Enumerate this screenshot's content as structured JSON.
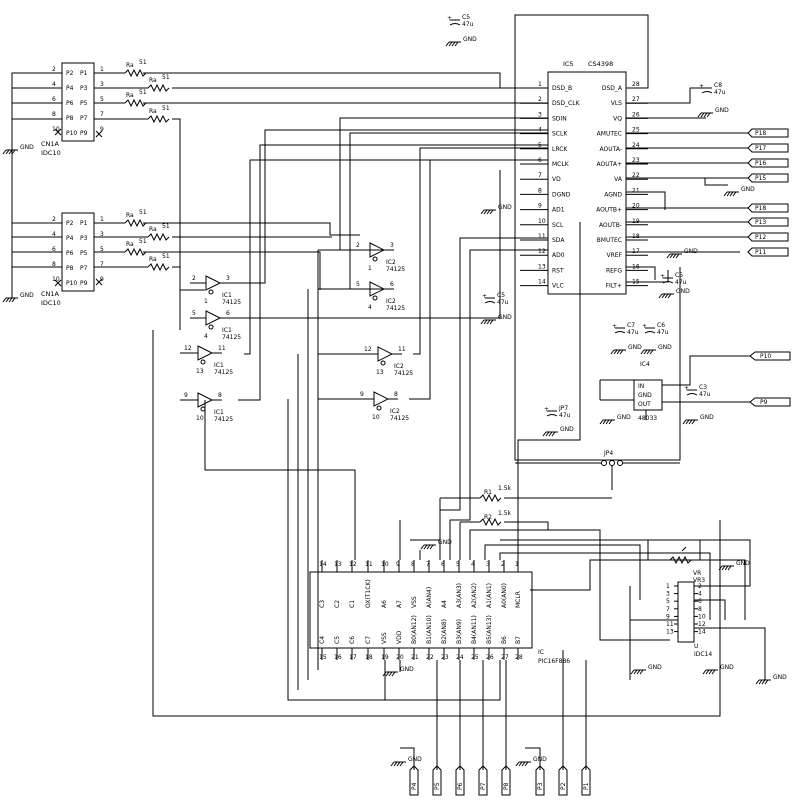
{
  "ic5": {
    "ref": "IC5",
    "part": "CS4398",
    "left_pins": [
      {
        "num": "1",
        "name": "DSD_B"
      },
      {
        "num": "2",
        "name": "DSD_CLK"
      },
      {
        "num": "3",
        "name": "SDIN"
      },
      {
        "num": "4",
        "name": "SCLK"
      },
      {
        "num": "5",
        "name": "LRCK"
      },
      {
        "num": "6",
        "name": "MCLK"
      },
      {
        "num": "7",
        "name": "VD"
      },
      {
        "num": "8",
        "name": "DGND"
      },
      {
        "num": "9",
        "name": "AD1"
      },
      {
        "num": "10",
        "name": "SCL"
      },
      {
        "num": "11",
        "name": "SDA"
      },
      {
        "num": "12",
        "name": "AD0"
      },
      {
        "num": "13",
        "name": "RST"
      },
      {
        "num": "14",
        "name": "VLC"
      }
    ],
    "right_pins": [
      {
        "num": "28",
        "name": "DSD_A"
      },
      {
        "num": "27",
        "name": "VLS"
      },
      {
        "num": "26",
        "name": "VQ"
      },
      {
        "num": "25",
        "name": "AMUTEC"
      },
      {
        "num": "24",
        "name": "AOUTA-"
      },
      {
        "num": "23",
        "name": "AOUTA+"
      },
      {
        "num": "22",
        "name": "VA"
      },
      {
        "num": "21",
        "name": "AGND"
      },
      {
        "num": "20",
        "name": "AOUTB+"
      },
      {
        "num": "19",
        "name": "AOUTB-"
      },
      {
        "num": "18",
        "name": "BMUTEC"
      },
      {
        "num": "17",
        "name": "VREF"
      },
      {
        "num": "16",
        "name": "REFG"
      },
      {
        "num": "15",
        "name": "FILT+"
      }
    ]
  },
  "connectors": [
    {
      "ref": "CN1A",
      "part": "IDC10",
      "rows": [
        {
          "left_num": "2",
          "left": "P2",
          "right": "P1",
          "right_num": "1"
        },
        {
          "left_num": "4",
          "left": "P4",
          "right": "P3",
          "right_num": "3"
        },
        {
          "left_num": "6",
          "left": "P6",
          "right": "P5",
          "right_num": "5"
        },
        {
          "left_num": "8",
          "left": "P8",
          "right": "P7",
          "right_num": "7"
        },
        {
          "left_num": "10",
          "left": "P10",
          "right": "P9",
          "right_num": "9"
        }
      ]
    },
    {
      "ref": "CN1A",
      "part": "IDC10",
      "rows": [
        {
          "left_num": "2",
          "left": "P2",
          "right": "P1",
          "right_num": "1"
        },
        {
          "left_num": "4",
          "left": "P4",
          "right": "P3",
          "right_num": "3"
        },
        {
          "left_num": "6",
          "left": "P6",
          "right": "P5",
          "right_num": "5"
        },
        {
          "left_num": "8",
          "left": "P8",
          "right": "P7",
          "right_num": "7"
        },
        {
          "left_num": "10",
          "left": "P10",
          "right": "P9",
          "right_num": "9"
        }
      ]
    }
  ],
  "resistor_label": "Ra",
  "resistor_value": "51",
  "buffers": [
    {
      "ref": "IC1",
      "part": "74125",
      "in": "2",
      "out": "3",
      "en": "1"
    },
    {
      "ref": "IC1",
      "part": "74125",
      "in": "5",
      "out": "6",
      "en": "4"
    },
    {
      "ref": "IC1",
      "part": "74125",
      "in": "12",
      "out": "11",
      "en": "13"
    },
    {
      "ref": "IC1",
      "part": "74125",
      "in": "9",
      "out": "8",
      "en": "10"
    },
    {
      "ref": "IC2",
      "part": "74125",
      "in": "2",
      "out": "3",
      "en": "1"
    },
    {
      "ref": "IC2",
      "part": "74125",
      "in": "5",
      "out": "6",
      "en": "4"
    },
    {
      "ref": "IC2",
      "part": "74125",
      "in": "12",
      "out": "11",
      "en": "13"
    },
    {
      "ref": "IC2",
      "part": "74125",
      "in": "9",
      "out": "8",
      "en": "10"
    }
  ],
  "capacitors": {
    "c5_top": {
      "ref": "C5",
      "value": "47u"
    },
    "c8": {
      "ref": "C8",
      "value": "47u"
    },
    "c5_filt": {
      "ref": "C5",
      "value": "47u"
    },
    "c5_vlc": {
      "ref": "C5",
      "value": "47u"
    },
    "c7": {
      "ref": "C7",
      "value": "47u"
    },
    "c6": {
      "ref": "C6",
      "value": "47u"
    },
    "c3": {
      "ref": "C3",
      "value": "47u"
    },
    "jp7": {
      "ref": "JP7",
      "value": "47u"
    }
  },
  "gnd_label": "GND",
  "outputs": [
    "P18",
    "P17",
    "P16",
    "P15",
    "P18",
    "P13",
    "P12",
    "P11"
  ],
  "side_ports": [
    "P10",
    "P9"
  ],
  "ic4": {
    "ref": "IC4",
    "part": "48033",
    "pins": [
      "IN",
      "GND",
      "OUT"
    ]
  },
  "jp4": "JP4",
  "r1": {
    "ref": "R1",
    "value": "1.5k"
  },
  "r2": {
    "ref": "R2",
    "value": "1.5k"
  },
  "pic": {
    "ref": "IC",
    "part": "PIC16F886",
    "top_nums": [
      "14",
      "13",
      "12",
      "11",
      "10",
      "9",
      "8",
      "7",
      "6",
      "5",
      "4",
      "3",
      "2",
      "1"
    ],
    "top_names": [
      "C3",
      "C2",
      "C1",
      "OX(T1CK)",
      "A6",
      "A7",
      "VSS",
      "A(AN4)",
      "A4",
      "A3(AN3)",
      "A2(AN2)",
      "A1(AN1)",
      "A0(AN0)",
      "MCLR"
    ],
    "bottom_nums": [
      "15",
      "16",
      "17",
      "18",
      "19",
      "20",
      "21",
      "22",
      "23",
      "24",
      "25",
      "26",
      "27",
      "28"
    ],
    "bottom_names": [
      "C4",
      "C5",
      "C6",
      "C7",
      "VSS",
      "VDD",
      "B0(AN12)",
      "B1(AN10)",
      "B2(AN8)",
      "B3(AN9)",
      "B4(AN11)",
      "B5(AN13)",
      "B6",
      "B7"
    ]
  },
  "vr": {
    "ref": "VR",
    "part": "VR3"
  },
  "idc14": {
    "ref": "U",
    "part": "IDC14",
    "left": [
      "1",
      "3",
      "5",
      "7",
      "9",
      "11",
      "13"
    ],
    "right": [
      "2",
      "4",
      "6",
      "8",
      "10",
      "12",
      "14"
    ]
  },
  "bottom_ports": [
    "P4",
    "P5",
    "P6",
    "P7",
    "P8",
    "P3",
    "P2",
    "P1"
  ]
}
